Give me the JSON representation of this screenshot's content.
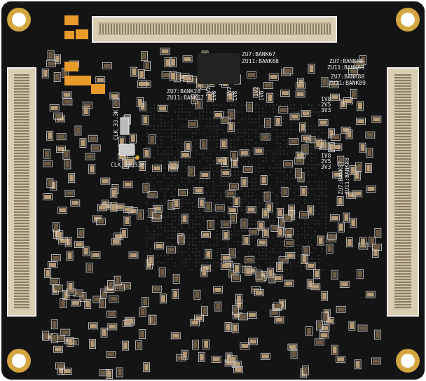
{
  "board": {
    "colors": {
      "substrate": "#141414",
      "silkscreen": "#e8e8e8",
      "connector": "#d9cdb2",
      "gold": "#d4a640",
      "tantalum": "#e89a2a"
    },
    "labels": {
      "bank_top_1": "ZU7:BANK67",
      "bank_top_2": "ZU11:BANK68",
      "bank_left_1": "ZU7:BANK28",
      "bank_left_2": "ZU11:BANK67",
      "v_1v2_a": "1V2",
      "v_1v8_a": "1V8",
      "v_1v2_b": "1V2",
      "v_1v8_b": "1V8",
      "v_1v2_c": "1V2",
      "v_1v8_c": "1V8",
      "bank_right_1": "ZU7:BANK68",
      "bank_right_2": "ZU11:BANK69",
      "bank_right_3": "ZU7:BANK88",
      "bank_right_4": "ZU11:BANK89",
      "volt_top": [
        "1V8",
        "2V5",
        "3V3"
      ],
      "volt_bottom": [
        "1V8",
        "2V5",
        "3V3"
      ],
      "bank_vert_1": "ZU7:BANK87",
      "bank_vert_2": "ZU11:BANK88",
      "clk_khz": "CLK_33.3K",
      "clk_mhz": "CLK_33.33M"
    }
  }
}
